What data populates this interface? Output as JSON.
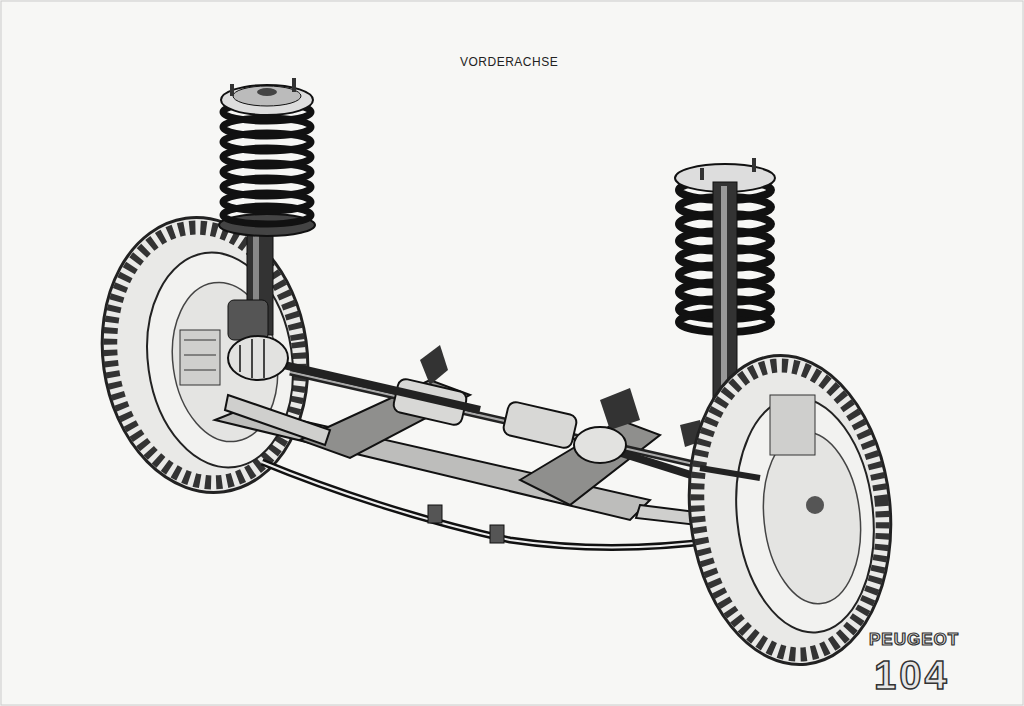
{
  "diagram": {
    "title": "VORDERACHSE",
    "labels": [
      "PEUGEOT",
      "104"
    ]
  }
}
